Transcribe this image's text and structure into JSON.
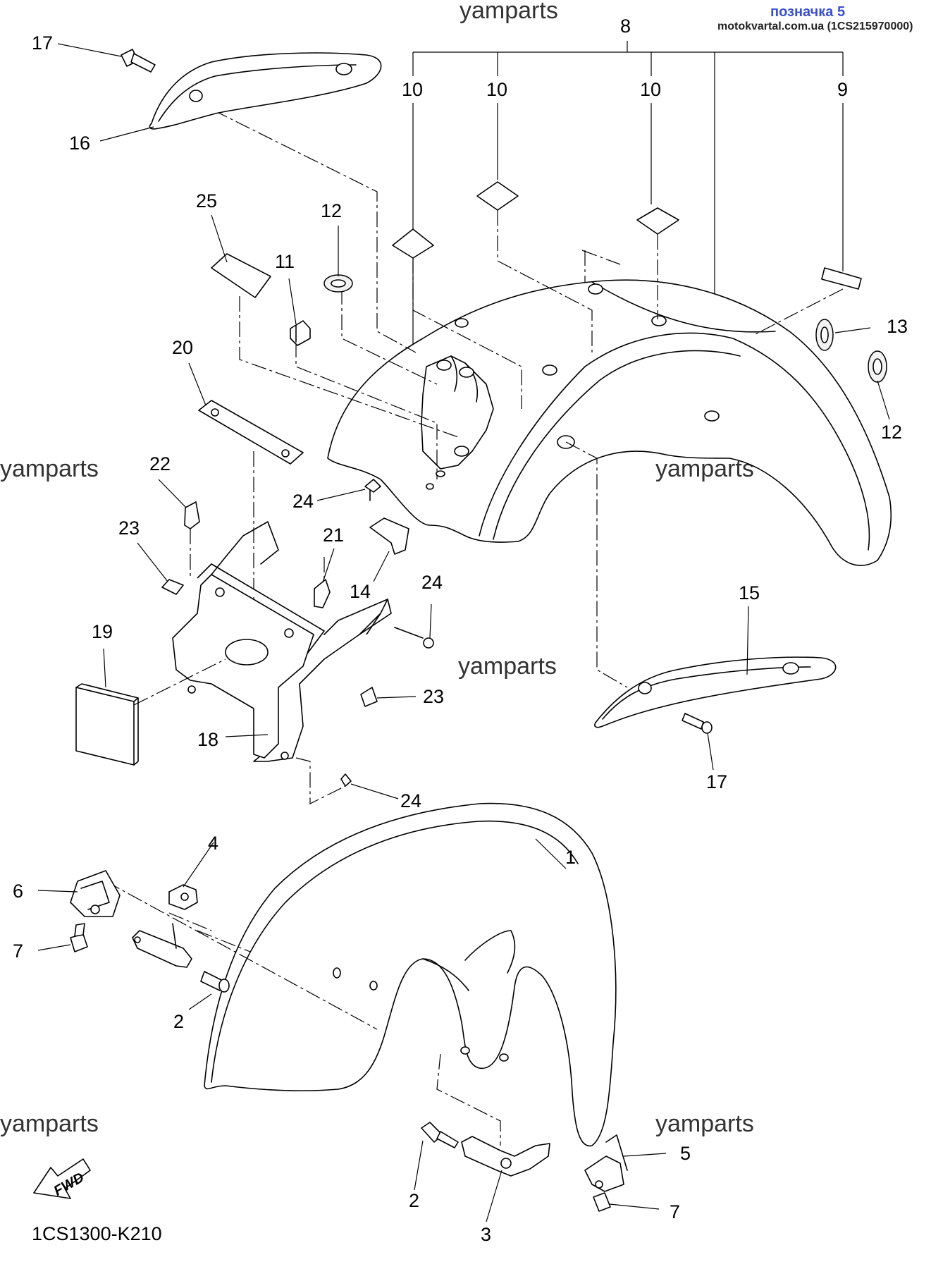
{
  "header": {
    "title": "позначка 5",
    "source": "motokvartal.com.ua (1CS215970000)"
  },
  "watermark": "yamparts",
  "diagram_code": "1CS1300-K210",
  "fwd_label": "FWD",
  "labels": {
    "p1": "1",
    "p2a": "2",
    "p2b": "2",
    "p3": "3",
    "p4": "4",
    "p5": "5",
    "p6": "6",
    "p7a": "7",
    "p7b": "7",
    "p8": "8",
    "p9": "9",
    "p10a": "10",
    "p10b": "10",
    "p10c": "10",
    "p11": "11",
    "p12a": "12",
    "p12b": "12",
    "p13": "13",
    "p14": "14",
    "p15": "15",
    "p16": "16",
    "p17a": "17",
    "p17b": "17",
    "p18": "18",
    "p19": "19",
    "p20": "20",
    "p21": "21",
    "p22": "22",
    "p23a": "23",
    "p23b": "23",
    "p24a": "24",
    "p24b": "24",
    "p24c": "24",
    "p25": "25"
  }
}
